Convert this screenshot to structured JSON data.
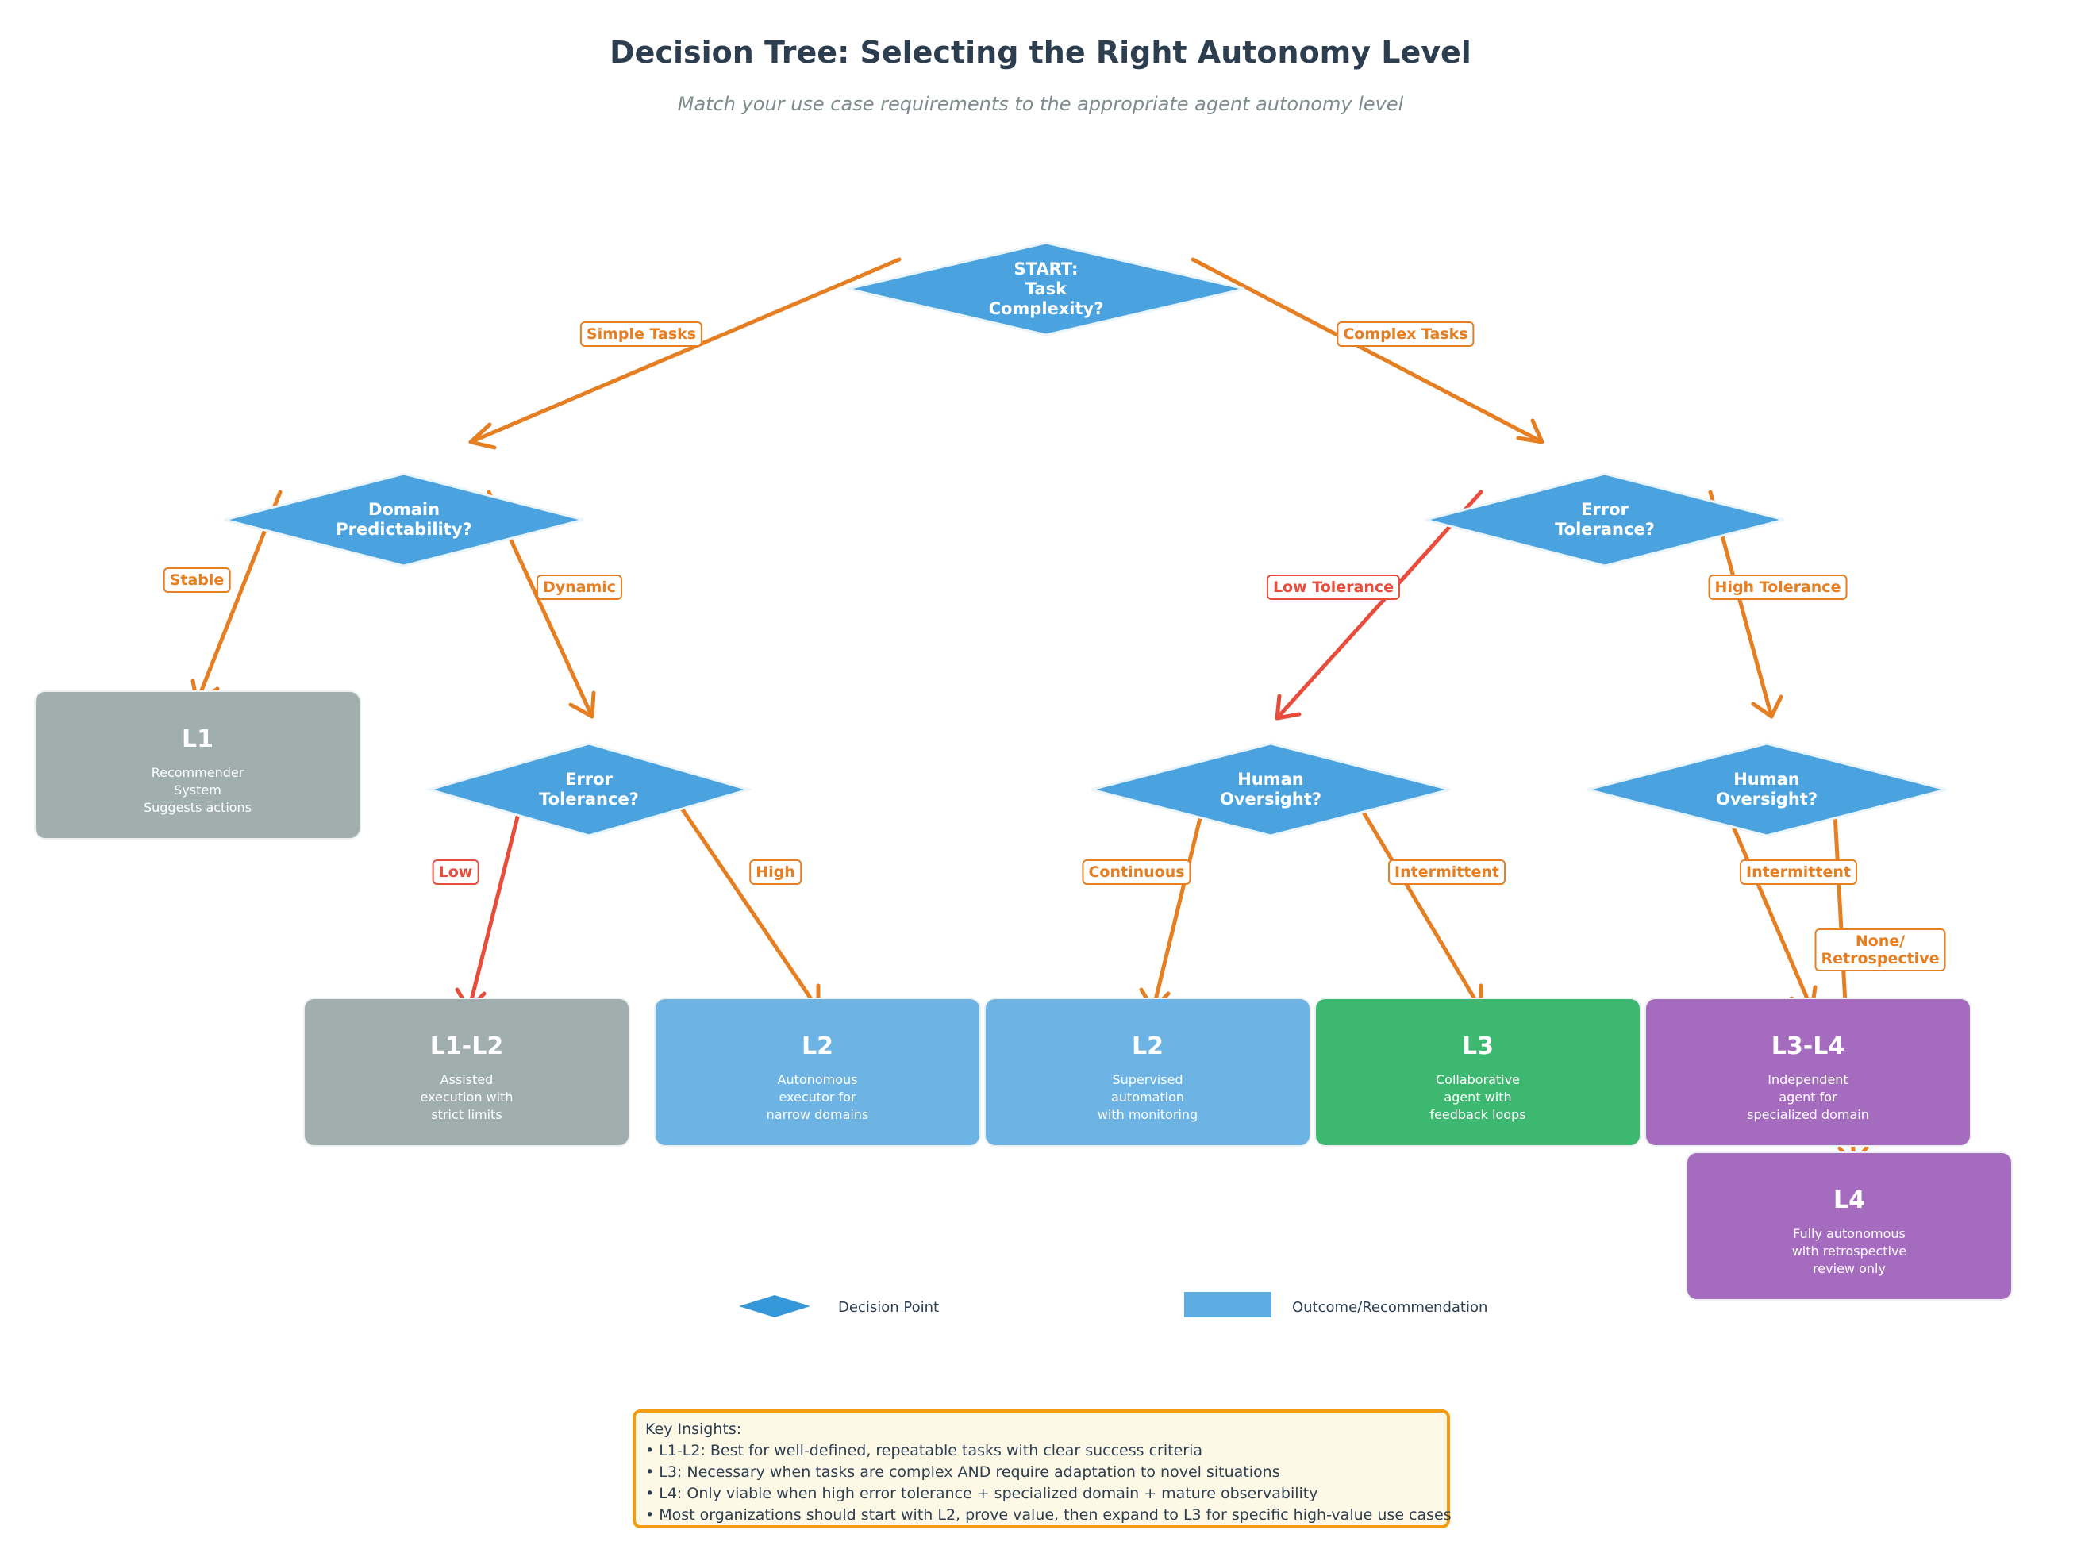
{
  "title": "Decision Tree: Selecting the Right Autonomy Level",
  "subtitle": "Match your use case requirements to the appropriate agent autonomy level",
  "colors": {
    "decision": "#4aa3df",
    "edge": "#e67e22",
    "edge_critical": "#e74c3c",
    "outcome_grey": "#a0aeae",
    "outcome_blue": "#6db3e4",
    "outcome_green": "#3db870",
    "outcome_purple": "#a56bbe"
  },
  "decisions": {
    "start": "START:\nTask\nComplexity?",
    "domain_predictability": "Domain\nPredictability?",
    "error_tolerance_right": "Error\nTolerance?",
    "error_tolerance_left": "Error\nTolerance?",
    "human_oversight_mid": "Human\nOversight?",
    "human_oversight_right": "Human\nOversight?"
  },
  "edge_labels": {
    "simple_tasks": "Simple Tasks",
    "complex_tasks": "Complex Tasks",
    "stable": "Stable",
    "dynamic": "Dynamic",
    "low_tolerance": "Low Tolerance",
    "high_tolerance": "High Tolerance",
    "low": "Low",
    "high": "High",
    "continuous": "Continuous",
    "intermittent_mid": "Intermittent",
    "intermittent_right": "Intermittent",
    "none_retrospective": "None/\nRetrospective"
  },
  "outcomes": {
    "l1": {
      "title": "L1",
      "desc": "Recommender\nSystem\nSuggests actions"
    },
    "l1_l2": {
      "title": "L1-L2",
      "desc": "Assisted\nexecution with\nstrict limits"
    },
    "l2_autonomous": {
      "title": "L2",
      "desc": "Autonomous\nexecutor for\nnarrow domains"
    },
    "l2_supervised": {
      "title": "L2",
      "desc": "Supervised\nautomation\nwith monitoring"
    },
    "l3": {
      "title": "L3",
      "desc": "Collaborative\nagent with\nfeedback loops"
    },
    "l3_l4": {
      "title": "L3-L4",
      "desc": "Independent\nagent for\nspecialized domain"
    },
    "l4": {
      "title": "L4",
      "desc": "Fully autonomous\nwith retrospective\nreview only"
    }
  },
  "legend": {
    "decision_point": "Decision Point",
    "outcome": "Outcome/Recommendation"
  },
  "insights": {
    "heading": "Key Insights:",
    "items": [
      "• L1-L2: Best for well-defined, repeatable tasks with clear success criteria",
      "• L3: Necessary when tasks are complex AND require adaptation to novel situations",
      "• L4: Only viable when high error tolerance + specialized domain + mature observability",
      "• Most organizations should start with L2, prove value, then expand to L3 for specific high-value use cases"
    ]
  }
}
